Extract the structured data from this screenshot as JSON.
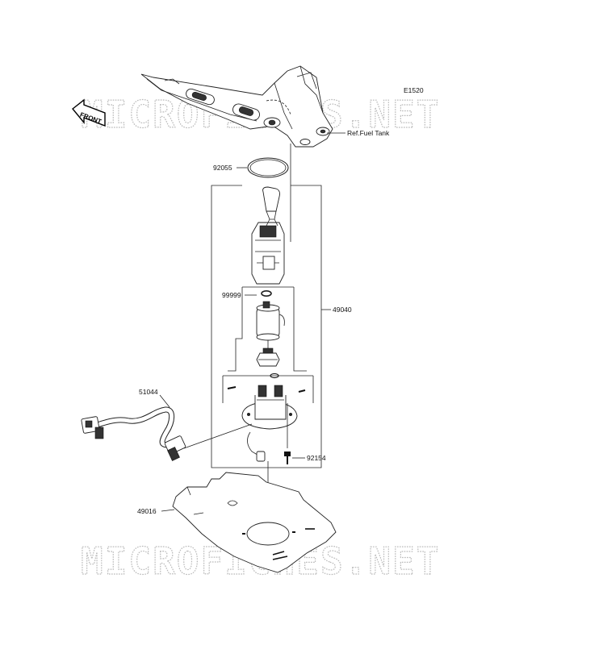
{
  "diagram_code": "E1520",
  "watermark": "MICROFICHES.NET",
  "front_label": "FRONT",
  "parts": {
    "ref_fuel_tank": "Ref.Fuel Tank",
    "p92055": "92055",
    "p99999": "99999",
    "p49040": "49040",
    "p51044": "51044",
    "p92154": "92154",
    "p49016": "49016"
  }
}
